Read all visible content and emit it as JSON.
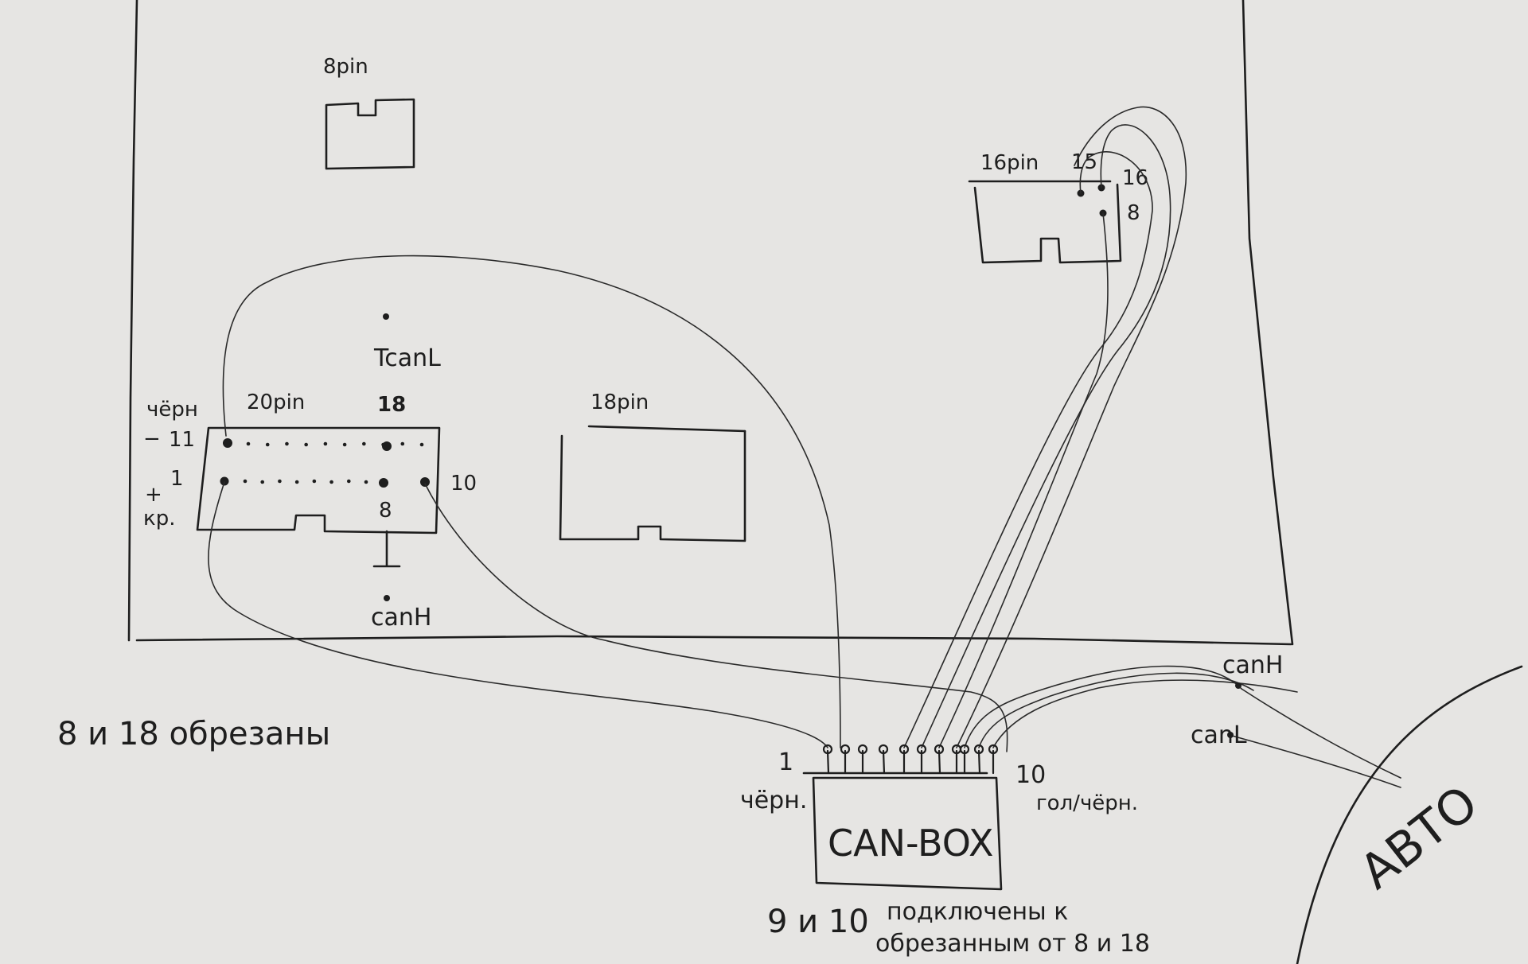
{
  "connectors": {
    "pin8": {
      "label": "8pin"
    },
    "pin16": {
      "label": "16pin",
      "pin_a": "15",
      "pin_b": "16",
      "pin_c": "8"
    },
    "pin20": {
      "label": "20pin",
      "top_left_color": "чёрн",
      "top_left_num": "11",
      "top_left_sign": "−",
      "top_right_num": "18",
      "bottom_left_num": "1",
      "bottom_left_sign": "+",
      "bottom_left_color": "кр.",
      "bottom_mid_num": "8",
      "bottom_right_num": "10"
    },
    "pin18": {
      "label": "18pin"
    }
  },
  "taps": {
    "can_l_top": "TcanL",
    "can_h_bottom": "canH"
  },
  "canbox": {
    "label": "CAN-BOX",
    "pin_left_num": "1",
    "pin_left_color": "чёрн.",
    "pin_right_num": "10",
    "pin_right_color": "гол/чёрн."
  },
  "car": {
    "label": "АВТО",
    "can_h": "canH",
    "can_l": "canL"
  },
  "notes": {
    "cut": "8 и 18 обрезаны",
    "connect_num": "9 и 10",
    "connect_line1": "подключены к",
    "connect_line2": "обрезанным от 8 и 18"
  },
  "colors": {
    "paper": "#e6e5e3",
    "ink": "#1e1e1e"
  }
}
